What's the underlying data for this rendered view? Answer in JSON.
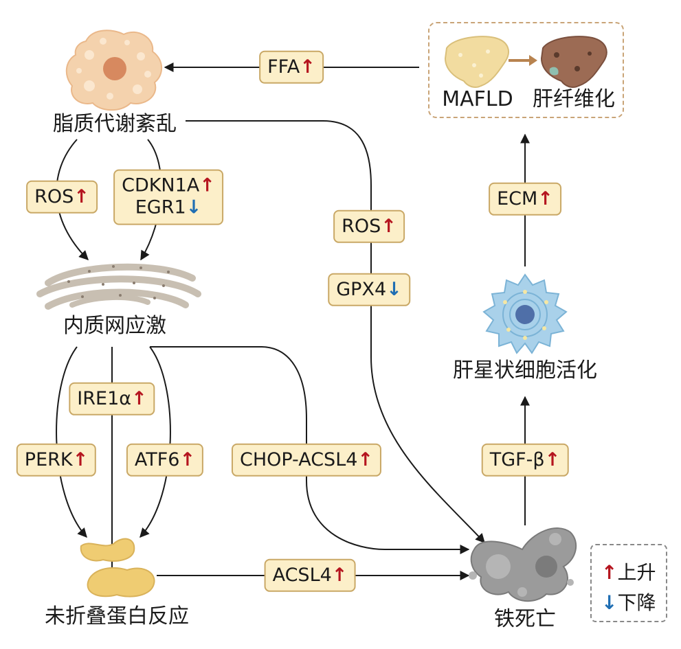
{
  "nodes": {
    "lipid": "脂质代谢紊乱",
    "er_stress": "内质网应激",
    "upr": "未折叠蛋白反应",
    "ferroptosis": "铁死亡",
    "hsc": "肝星状细胞活化",
    "mafld": "MAFLD",
    "fibrosis": "肝纤维化"
  },
  "boxes": {
    "ffa": {
      "text": "FFA",
      "arrow": "↑"
    },
    "ros_left": {
      "text": "ROS",
      "arrow": "↑"
    },
    "cdkn1a": {
      "text": "CDKN1A",
      "arrow": "↑"
    },
    "egr1": {
      "text": "EGR1",
      "arrow": "↓"
    },
    "ros_mid": {
      "text": "ROS",
      "arrow": "↑"
    },
    "gpx4": {
      "text": "GPX4",
      "arrow": "↓"
    },
    "ecm": {
      "text": "ECM",
      "arrow": "↑"
    },
    "ire1a": {
      "text": "IRE1α",
      "arrow": "↑"
    },
    "perk": {
      "text": "PERK",
      "arrow": "↑"
    },
    "atf6": {
      "text": "ATF6",
      "arrow": "↑"
    },
    "chop": {
      "text": "CHOP-ACSL4",
      "arrow": "↑"
    },
    "tgfb": {
      "text": "TGF-β",
      "arrow": "↑"
    },
    "acsl4": {
      "text": "ACSL4",
      "arrow": "↑"
    }
  },
  "legend": {
    "up_arrow": "↑",
    "up_label": "上升",
    "down_arrow": "↓",
    "down_label": "下降"
  },
  "colors": {
    "up": "#b5151f",
    "down": "#1f6eb3",
    "box_fill": "#fcefc9",
    "box_border": "#c9a866"
  }
}
